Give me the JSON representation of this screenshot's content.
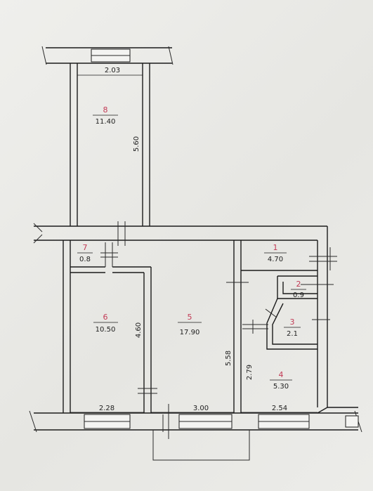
{
  "rooms": [
    {
      "number": "8",
      "area": "11.40"
    },
    {
      "number": "7",
      "area": "0.8"
    },
    {
      "number": "6",
      "area": "10.50"
    },
    {
      "number": "5",
      "area": "17.90"
    },
    {
      "number": "1",
      "area": "4.70"
    },
    {
      "number": "2",
      "area": "0.9"
    },
    {
      "number": "3",
      "area": "2.1"
    },
    {
      "number": "4",
      "area": "5.30"
    }
  ],
  "dimensions": {
    "top_width": "2.03",
    "balcony_length": "5.60",
    "room6_depth": "4.60",
    "room5_depth": "5.58",
    "room4_depth": "2.79",
    "bottom_left": "2.28",
    "bottom_middle": "3.00",
    "bottom_right": "2.54"
  }
}
